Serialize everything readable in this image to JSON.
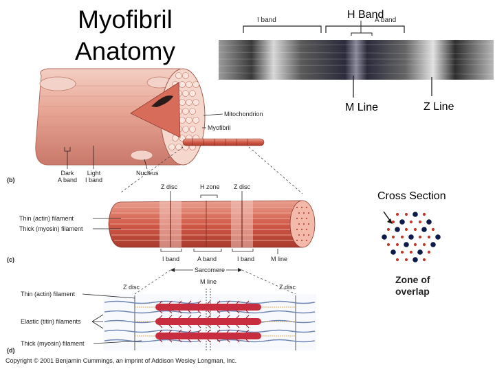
{
  "title": [
    "Myofibril",
    "Anatomy"
  ],
  "micrograph": {
    "i_band_label": "I band",
    "a_band_label": "A band",
    "h_band_label": "H Band",
    "m_line_label": "M Line",
    "z_line_label": "Z Line"
  },
  "panel_b": {
    "letter": "(b)",
    "mitochondrion": "Mitochondrion",
    "myofibril": "Myofibril",
    "dark_a_band": [
      "Dark",
      "A band"
    ],
    "light_i_band": [
      "Light",
      "I band"
    ],
    "nucleus": "Nucleus"
  },
  "panel_c": {
    "letter": "(c)",
    "z_disc_left": "Z disc",
    "h_zone": "H zone",
    "z_disc_right": "Z disc",
    "thin_filament": "Thin (actin) filament",
    "thick_filament": "Thick (myosin) filament",
    "i_band_left": "I band",
    "a_band": "A band",
    "i_band_right": "I band",
    "m_line": "M line",
    "sarcomere": "Sarcomere"
  },
  "panel_d": {
    "letter": "(d)",
    "z_disc_left": "Z disc",
    "m_line": "M line",
    "z_disc_right": "Z disc",
    "thin_filament": "Thin (actin) filament",
    "elastic_filaments": "Elastic (titin) filaments",
    "thick_filament": "Thick (myosin) filament"
  },
  "cross_section": {
    "title": "Cross Section",
    "zone_label": [
      "Zone of",
      "overlap"
    ]
  },
  "copyright": "Copyright © 2001 Benjamin Cummings, an imprint of Addison Wesley Longman, Inc.",
  "colors": {
    "muscle_pink": "#e8a99b",
    "muscle_red": "#c0392b",
    "thick_dark": "#0d1a4a",
    "thin_red": "#c0392b"
  }
}
